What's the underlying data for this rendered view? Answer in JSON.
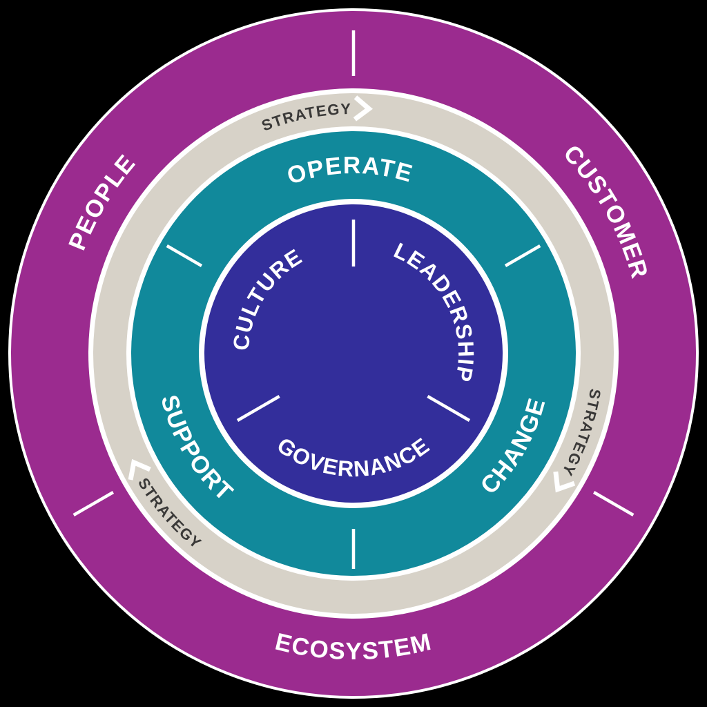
{
  "diagram": {
    "background_color": "#000000",
    "separator_color": "#FFFFFF",
    "label_color": "#FFFFFF",
    "outer_ring": {
      "color": "#9B2B8F",
      "labels": [
        {
          "text": "PEOPLE"
        },
        {
          "text": "CUSTOMER"
        },
        {
          "text": "ECOSYSTEM"
        }
      ]
    },
    "strategy_ring": {
      "color": "#D7D2C8",
      "text_color": "#3A3938",
      "labels": [
        {
          "text": "STRATEGY"
        },
        {
          "text": "STRATEGY"
        },
        {
          "text": "STRATEGY"
        }
      ]
    },
    "middle_ring": {
      "color": "#11899B",
      "labels": [
        {
          "text": "OPERATE"
        },
        {
          "text": "CHANGE"
        },
        {
          "text": "SUPPORT"
        }
      ]
    },
    "inner_circle": {
      "color": "#332E9B",
      "labels": [
        {
          "text": "CULTURE"
        },
        {
          "text": "LEADERSHIP"
        },
        {
          "text": "GOVERNANCE"
        }
      ]
    }
  }
}
